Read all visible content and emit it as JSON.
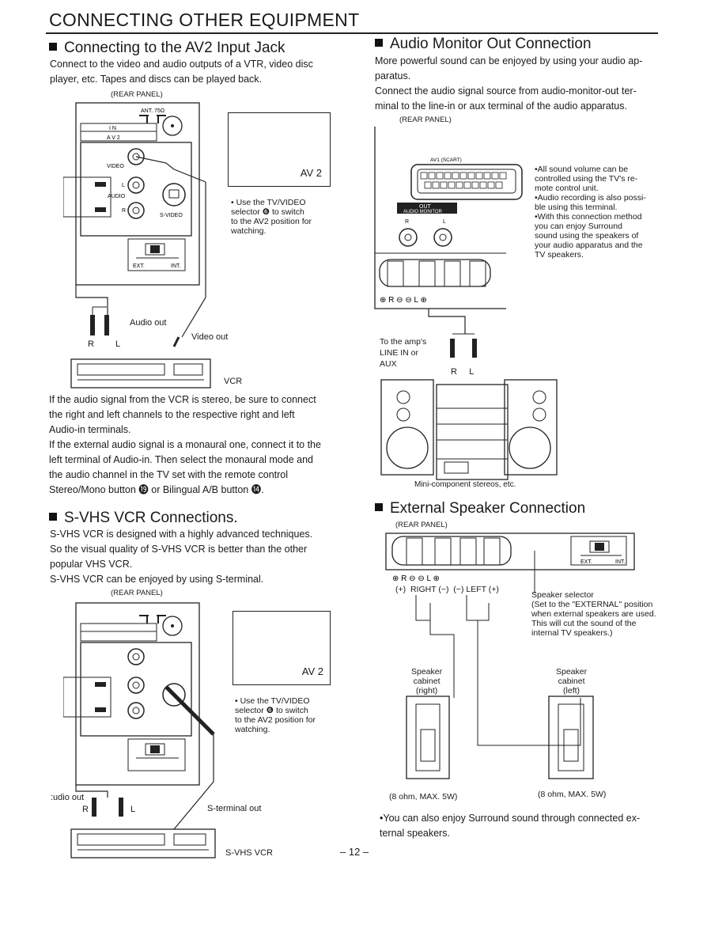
{
  "page_title": "CONNECTING OTHER EQUIPMENT",
  "page_number": "– 12 –",
  "av2": {
    "heading": "Connecting to the AV2 Input Jack",
    "intro": "Connect to the video and audio outputs of a VTR, video disc\nplayer, etc. Tapes and discs can be played back.",
    "rear_panel": "(REAR PANEL)",
    "ant": "ANT. 75Ω",
    "in_label": "I N",
    "av2_label": "A V 2",
    "video": "VIDEO",
    "audio": "AUDIO",
    "l": "L",
    "r": "R",
    "svideo": "S-VIDEO",
    "ext": "EXT.",
    "int": "INT.",
    "screen_label": "AV 2",
    "note": "• Use the TV/VIDEO\n  selector ❻ to switch\n  to the AV2 position for\n  watching.",
    "audio_out": "Audio out",
    "video_out": "Video out",
    "vcr": "VCR",
    "stereo_text": "If the audio signal from the VCR is stereo, be sure to connect\nthe right and left channels to the respective right and left\nAudio-in terminals.\nIf the external audio signal is a monaural one, connect it to the\nleft terminal of Audio-in. Then select the monaural mode and\nthe audio channel in the TV set with the remote control\nStereo/Mono button ⓳ or Bilingual A/B button ⓮."
  },
  "svhs": {
    "heading": "S-VHS VCR Connections.",
    "text": "S-VHS VCR is designed with a highly advanced techniques.\nSo the visual quality of S-VHS VCR is better than the other\npopular VHS VCR.\nS-VHS VCR can be enjoyed by using S-terminal.",
    "rear_panel": "(REAR PANEL)",
    "screen_label": "AV 2",
    "note": "• Use the TV/VIDEO\n  selector ❻ to switch\n  to the AV2 position for\n  watching.",
    "audio_out": ":udio out",
    "r": "R",
    "l": "L",
    "sterminal_out": "S-terminal out",
    "vcr": "S-VHS VCR"
  },
  "audio_monitor": {
    "heading": "Audio Monitor Out Connection",
    "text": "More powerful sound can be enjoyed by using your audio ap-\nparatus.\nConnect the audio signal source from audio-monitor-out ter-\nminal to the line-in or aux terminal of the audio apparatus.",
    "rear_panel": "(REAR PANEL)",
    "av1": "AV1 (SCART)",
    "out": "OUT",
    "audio_monitor": "AUDIO MONITOR",
    "r": "R",
    "l": "L",
    "bullets": "•All sound volume can be\n  controlled using the TV's re-\n  mote control unit.\n•Audio recording is also possi-\n  ble using this terminal.\n•With this connection method\n  you can enjoy Surround\n  sound using the speakers of\n  your audio apparatus and the\n  TV speakers.",
    "terminals": "⊕ R ⊖   ⊖ L ⊕",
    "amp": "To the amp's\nLINE IN or\nAUX",
    "rl": "R     L",
    "mini": "Mini-component stereos, etc."
  },
  "ext_speaker": {
    "heading": "External Speaker Connection",
    "rear_panel": "(REAR PANEL)",
    "ext": "EXT.",
    "int": "INT.",
    "terminals": "⊕ R ⊖   ⊖ L ⊕",
    "polarity": "(+)  RIGHT (−)  (−) LEFT (+)",
    "selector": "Speaker selector\n(Set to the \"EXTERNAL\" position\nwhen external speakers are used.\nThis will cut the sound of the\ninternal TV speakers.)",
    "cab_right": "Speaker\ncabinet\n(right)",
    "cab_left": "Speaker\ncabinet\n(left)",
    "ohm_right": "(8 ohm, MAX. 5W)",
    "ohm_left": "(8 ohm, MAX. 5W)",
    "surround": "•You can also enjoy Surround sound through connected ex-\n  ternal speakers."
  }
}
